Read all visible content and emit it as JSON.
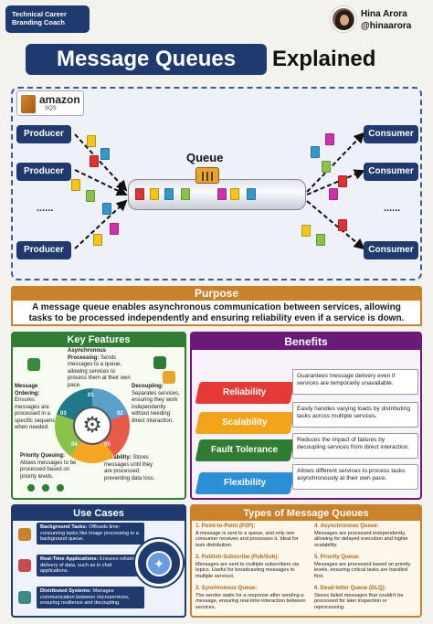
{
  "author": {
    "badge_line1": "Technical Career",
    "badge_line2": "Branding Coach",
    "name": "Hina Arora",
    "handle": "@hinaarora"
  },
  "title": {
    "boxed": "Message Queues",
    "rest": "Explained"
  },
  "diagram": {
    "logo_text": "amazon",
    "logo_sub": "SQS",
    "producers": [
      "Producer",
      "Producer",
      "Producer"
    ],
    "consumers": [
      "Consumer",
      "Consumer",
      "Consumer"
    ],
    "ellipsis": "......",
    "queue_label": "Queue"
  },
  "purpose": {
    "heading": "Purpose",
    "body": "A message queue enables asynchronous communication between services, allowing tasks to be processed independently and ensuring reliability even if a service is down."
  },
  "key_features": {
    "heading": "Key Features",
    "items": [
      {
        "num": "01",
        "title": "Asynchronous Processing:",
        "text": "Sends messages to a queue, allowing services to process them at their own pace."
      },
      {
        "num": "02",
        "title": "Decoupling:",
        "text": "Separates services, ensuring they work independently without needing direct interaction."
      },
      {
        "num": "03",
        "title": "Message Ordering:",
        "text": "Ensures messages are processed in a specific sequence when needed."
      },
      {
        "num": "04",
        "title": "Priority Queuing:",
        "text": "Allows messages to be processed based on priority levels."
      },
      {
        "num": "05",
        "title": "Durability:",
        "text": "Stores messages until they are processed, preventing data loss."
      }
    ]
  },
  "benefits": {
    "heading": "Benefits",
    "items": [
      {
        "label": "Reliability",
        "text": "Guarantees message delivery even if services are temporarily unavailable.",
        "color": "#e53935"
      },
      {
        "label": "Scalability",
        "text": "Easily handles varying loads by distributing tasks across multiple services.",
        "color": "#f2a51a"
      },
      {
        "label": "Fault Tolerance",
        "text": "Reduces the impact of failures by decoupling services from direct interaction.",
        "color": "#2e7d32"
      },
      {
        "label": "Flexibility",
        "text": "Allows different services to process tasks asynchronously at their own pace.",
        "color": "#2b8fd6"
      }
    ]
  },
  "use_cases": {
    "heading": "Use Cases",
    "items": [
      {
        "title": "Background Tasks:",
        "text": "Offloads time-consuming tasks like image processing to a background queue."
      },
      {
        "title": "Real-Time Applications:",
        "text": "Ensures reliable delivery of data, such as in chat applications."
      },
      {
        "title": "Distributed Systems:",
        "text": "Manages communication between microservices, ensuring resilience and decoupling."
      }
    ]
  },
  "types": {
    "heading": "Types of Message Queues",
    "items": [
      {
        "title": "1. Point-to-Point (P2P):",
        "text": "A message is sent to a queue, and only one consumer receives and processes it. Ideal for task distribution."
      },
      {
        "title": "4. Asynchronous Queue:",
        "text": "Messages are processed independently, allowing for delayed execution and higher scalability."
      },
      {
        "title": "2. Publish-Subscribe (Pub/Sub):",
        "text": "Messages are sent to multiple subscribers via topics. Useful for broadcasting messages to multiple services."
      },
      {
        "title": "5. Priority Queue:",
        "text": "Messages are processed based on priority levels, ensuring critical tasks are handled first."
      },
      {
        "title": "3. Synchronous Queue:",
        "text": "The sender waits for a response after sending a message, ensuring real-time interaction between services."
      },
      {
        "title": "6. Dead-letter Queue (DLQ):",
        "text": "Stores failed messages that couldn't be processed for later inspection or reprocessing."
      }
    ]
  },
  "colors": {
    "navy": "#1e3a6e",
    "orange": "#c9822a",
    "green": "#2e7d32",
    "purple": "#6a1b7a"
  }
}
